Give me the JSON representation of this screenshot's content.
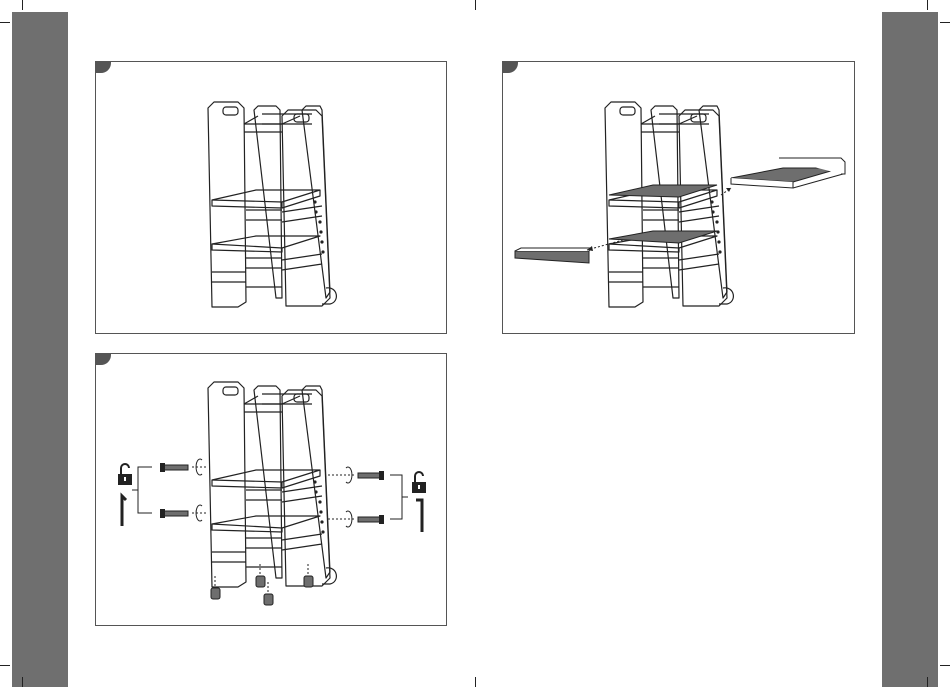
{
  "page": {
    "colors": {
      "side_bar": "#6f6f6f",
      "line": "#222222",
      "shelf_fill": "#6e6e6e",
      "panel_border": "#555555"
    }
  },
  "panels": [
    {
      "id": "step-1",
      "content": "assembled-learning-tower"
    },
    {
      "id": "step-2",
      "content": "remove-platform-and-step-board"
    },
    {
      "id": "step-3",
      "content": "unscrew-bolts-and-remove-feet"
    }
  ],
  "icons": [
    "unlock-icon",
    "allen-key-icon",
    "screw-icon",
    "rotate-arrow-icon",
    "foot-cap-icon"
  ]
}
